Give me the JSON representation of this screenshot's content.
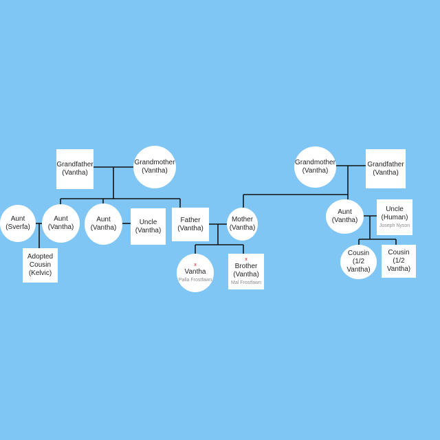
{
  "colors": {
    "background": "#80c6f5",
    "node": "#ffffff",
    "line": "#111111",
    "mark": "#d11111",
    "name": "#8a8a8a"
  },
  "nodes": {
    "grandfather_left": {
      "label": "Grandfather\n(Vantha)"
    },
    "grandmother_left": {
      "label": "Grandmother\n(Vantha)"
    },
    "aunt_sverfa": {
      "label": "Aunt\n(Sverfa)"
    },
    "aunt_vantha_1": {
      "label": "Aunt\n(Vantha)"
    },
    "aunt_vantha_2": {
      "label": "Aunt\n(Vantha)"
    },
    "uncle_vantha": {
      "label": "Uncle\n(Vantha)"
    },
    "father": {
      "label": "Father\n(Vantha)"
    },
    "mother": {
      "label": "Mother\n(Vantha)"
    },
    "adopted_cousin": {
      "label": "Adopted\nCousin\n(Kelvic)"
    },
    "vantha": {
      "label": "Vantha",
      "mark": "x",
      "name": "Palla Frostfawn"
    },
    "brother": {
      "label": "Brother\n(Vantha)",
      "mark": "x",
      "name": "Mal Frostfawn"
    },
    "grandmother_right": {
      "label": "Grandmother\n(Vantha)"
    },
    "grandfather_right": {
      "label": "Grandfather\n(Vantha)"
    },
    "aunt_right": {
      "label": "Aunt\n(Vantha)"
    },
    "uncle_human": {
      "label": "Uncle\n(Human)",
      "name": "Joseph Nyson"
    },
    "cousin_1": {
      "label": "Cousin\n(1/2\nVantha)"
    },
    "cousin_2": {
      "label": "Cousin\n(1/2\nVantha)"
    }
  }
}
